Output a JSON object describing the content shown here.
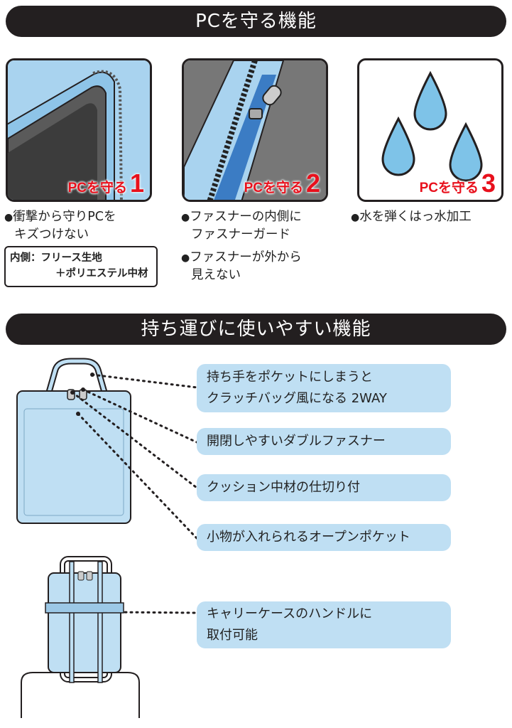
{
  "section1": {
    "title": "PCを守る機能"
  },
  "panels": [
    {
      "label": "PCを守る",
      "num": "1"
    },
    {
      "label": "PCを守る",
      "num": "2"
    },
    {
      "label": "PCを守る",
      "num": "3"
    }
  ],
  "bullets1": [
    "衝撃から守りPCを",
    "キズつけない"
  ],
  "bullets2a": [
    "ファスナーの内側に",
    "ファスナーガード"
  ],
  "bullets2b": [
    "ファスナーが外から",
    "見えない"
  ],
  "bullets3": [
    "水を弾くはっ水加工"
  ],
  "material": {
    "line1": "内側：フリース生地",
    "line2": "＋ポリエステル中材"
  },
  "section2": {
    "title": "持ち運びに使いやすい機能"
  },
  "features": [
    {
      "lines": [
        "持ち手をポケットにしまうと",
        "クラッチバッグ風になる 2WAY"
      ]
    },
    {
      "lines": [
        "開閉しやすいダブルファスナー"
      ]
    },
    {
      "lines": [
        "クッション中材の仕切り付"
      ]
    },
    {
      "lines": [
        "小物が入れられるオープンポケット"
      ]
    },
    {
      "lines": [
        "キャリーケースのハンドルに",
        "取付可能"
      ]
    }
  ],
  "colors": {
    "bar": "#231f20",
    "accent": "#e8101c",
    "light_blue": "#bfdff3",
    "drop": "#7ec3e8"
  },
  "icons": [
    "laptop-corner-illustration",
    "zipper-illustration",
    "water-drops-illustration",
    "bag-illustration",
    "carry-case-illustration"
  ]
}
